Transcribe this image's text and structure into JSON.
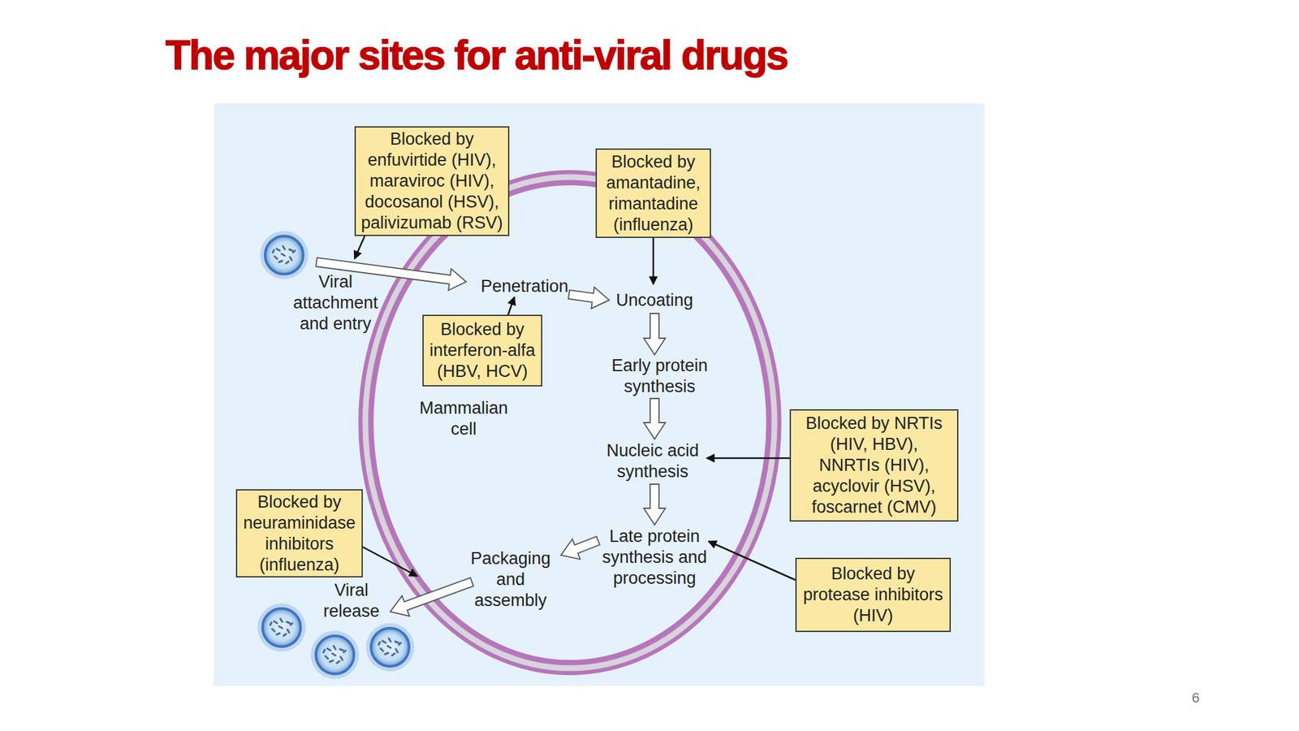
{
  "diagram": {
    "title": "The major sites for anti-viral drugs",
    "nodes": [
      {
        "text": [
          "Blocked by enfuvirtide (HIV), maraviroc (HIV), docosanol (HSV), palivizumab (RSV)"
        ]
      },
      {
        "text": [
          "Blocked by amantadine, rimantadine (influenza)"
        ]
      },
      {
        "text": [
          "Mammalian cell"
        ]
      },
      {
        "text": [
          "Blocked by interferon-alfa (HBV, HCV)"
        ],
        "in": 2
      },
      {
        "text": [
          "Blocked by NRTIs (HIV, HBV), NNRTIs (HIV), acyclovir (HSV), foscarnet (CMV)"
        ]
      },
      {
        "text": [
          "Blocked by neuraminidase inhibitors (influenza)"
        ]
      },
      {
        "text": [
          "Blocked by protease inhibitors (HIV)"
        ]
      }
    ],
    "labels": [
      "Viral attachment and entry",
      "Penetration",
      "Uncoating",
      "Early protein synthesis",
      "Nucleic acid synthesis",
      "Late protein synthesis and processing",
      "Packaging and assembly",
      "Viral release",
      "6"
    ]
  }
}
